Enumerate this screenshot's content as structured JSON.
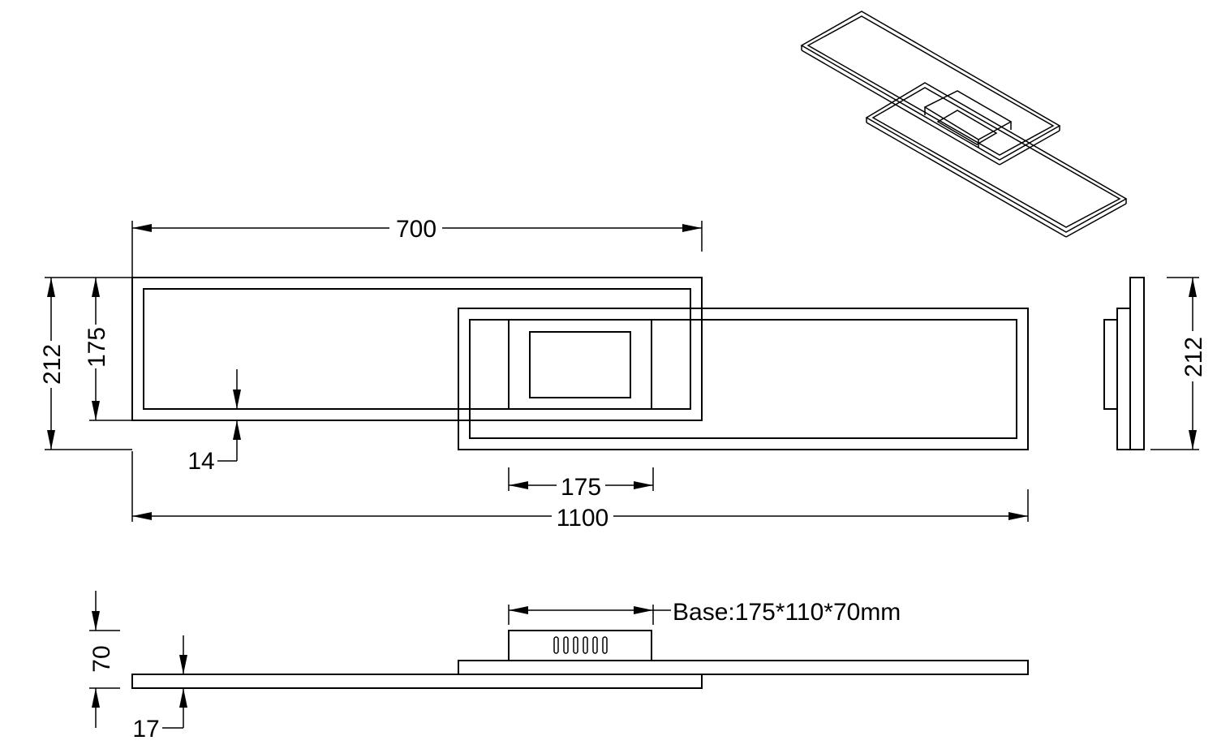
{
  "drawing": {
    "top_view": {
      "width_upper": "700",
      "height_outer": "212",
      "height_inner": "175",
      "frame_thickness": "14",
      "base_width": "175",
      "total_length": "1100"
    },
    "side_view": {
      "height_right": "212"
    },
    "front_view": {
      "height_total": "70",
      "frame_height": "17",
      "base_note": "Base:175*110*70mm"
    }
  }
}
